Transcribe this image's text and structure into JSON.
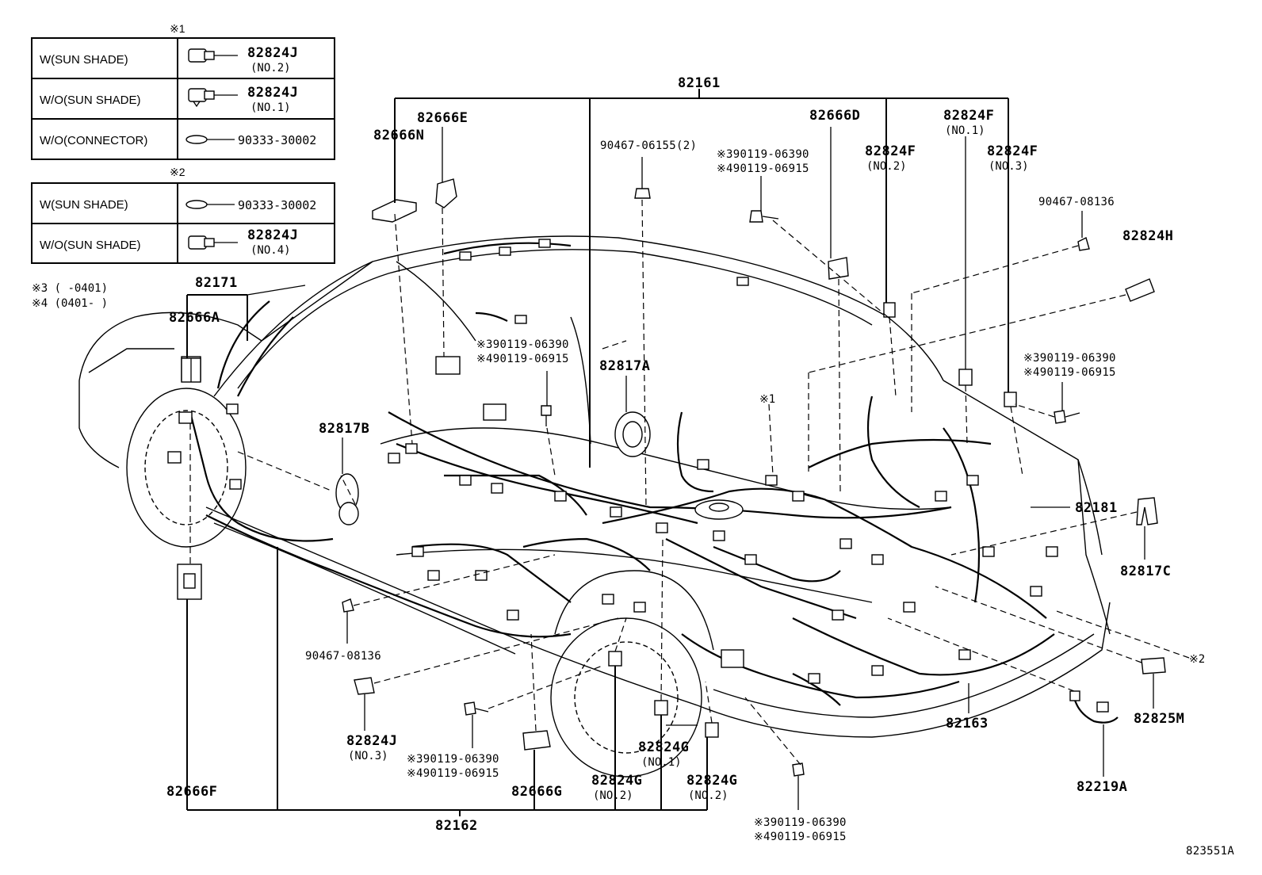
{
  "table1": {
    "note": "※1",
    "rows": [
      {
        "condition": "W(SUN SHADE)",
        "part": "82824J",
        "sub": "(NO.2)"
      },
      {
        "condition": "W/O(SUN SHADE)",
        "part": "82824J",
        "sub": "(NO.1)"
      },
      {
        "condition": "W/O(CONNECTOR)",
        "part": "90333-30002",
        "sub": ""
      }
    ]
  },
  "table2": {
    "note": "※2",
    "rows": [
      {
        "condition": "W(SUN SHADE)",
        "part": "90333-30002",
        "sub": ""
      },
      {
        "condition": "W/O(SUN SHADE)",
        "part": "82824J",
        "sub": "(NO.4)"
      }
    ]
  },
  "legend": {
    "note3": "※3 (      -0401)",
    "note4": "※4 (0401-      )"
  },
  "labels": {
    "p82161": "82161",
    "p82171": "82171",
    "p82666A": "82666A",
    "p82666N": "82666N",
    "p82666E": "82666E",
    "p90467_06155": "90467-06155(2)",
    "p82666D": "82666D",
    "p82824F_no1": "82824F",
    "p82824F_no1_sub": "(NO.1)",
    "p82824F_no2": "82824F",
    "p82824F_no2_sub": "(NO.2)",
    "p82824F_no3": "82824F",
    "p82824F_no3_sub": "(NO.3)",
    "p90467_08136_a": "90467-08136",
    "p82824H": "82824H",
    "bolt_top_3": "※390119-06390",
    "bolt_top_4": "※490119-06915",
    "bolt_mid_3": "※390119-06390",
    "bolt_mid_4": "※490119-06915",
    "bolt_right_3": "※390119-06390",
    "bolt_right_4": "※490119-06915",
    "p82817A": "82817A",
    "p82817B": "82817B",
    "note1_mark": "※1",
    "p82181": "82181",
    "p82817C": "82817C",
    "p90467_08136_b": "90467-08136",
    "note2_mark": "※2",
    "p82825M": "82825M",
    "p82163": "82163",
    "p82219A": "82219A",
    "p82824J_no3": "82824J",
    "p82824J_no3_sub": "(NO.3)",
    "bolt_low_3": "※390119-06390",
    "bolt_low_4": "※490119-06915",
    "p82666F": "82666F",
    "p82666G": "82666G",
    "p82824G_no1": "82824G",
    "p82824G_no1_sub": "(NO.1)",
    "p82824G_no2a": "82824G",
    "p82824G_no2a_sub": "(NO.2)",
    "p82824G_no2b": "82824G",
    "p82824G_no2b_sub": "(NO.2)",
    "p82162": "82162",
    "bolt_bot_3": "※390119-06390",
    "bolt_bot_4": "※490119-06915",
    "diagram_id": "823551A"
  }
}
